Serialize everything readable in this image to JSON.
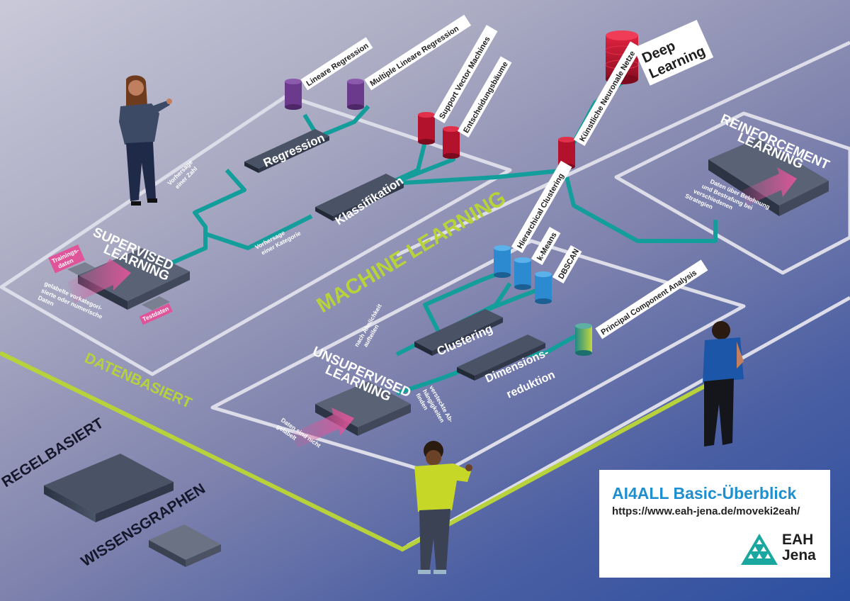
{
  "labels": {
    "machine_learning": "MACHINE LEARNING",
    "datenbasiert": "DATENBASIERT",
    "regelbasiert": "REGELBASIERT",
    "wissensgraphen": "WISSENSGRAPHEN",
    "supervised_1": "SUPERVISED",
    "supervised_2": "LEARNING",
    "unsupervised_1": "UNSUPERVISED",
    "unsupervised_2": "LEARNING",
    "reinforcement_1": "REINFORCEMENT",
    "reinforcement_2": "LEARNING",
    "regression": "Regression",
    "klassifikation": "Klassifikation",
    "clustering": "Clustering",
    "dimred_1": "Dimensions-",
    "dimred_2": "reduktion",
    "deep_learning_1": "Deep",
    "deep_learning_2": "Learning"
  },
  "algorithms": {
    "lineare_regression": "Lineare Regression",
    "multiple_lineare_regression": "Multiple Lineare Regression",
    "svm": "Support Vector Machines",
    "entscheidungsbaeume": "Entscheidungsbäume",
    "knn": "Künstliche Neuronale Netze",
    "hierarchical": "Hierarchical Clustering",
    "kmeans": "k-Means",
    "dbscan": "DBSCAN",
    "pca": "Principal Component Analysis"
  },
  "notes": {
    "vorhersage_zahl_1": "Vorhersage",
    "vorhersage_zahl_2": "einer Zahl",
    "vorhersage_kat_1": "Vorhersage",
    "vorhersage_kat_2": "einer Kategorie",
    "trainingsdaten_1": "Trainings-",
    "trainingsdaten_2": "daten",
    "testdaten": "Testdaten",
    "gelabelt_1": "gelabelte vorkategori-",
    "gelabelt_2": "sierte oder numerische",
    "gelabelt_3": "Daten",
    "aehnlichkeit_1": "nach Ähnlichkeit",
    "aehnlichkeit_2": "aufteilen",
    "versteckt_1": "versteckte Ab-",
    "versteckt_2": "hängigkeiten",
    "versteckt_3": "finden",
    "nicht_gelabelt_1": "Daten sind nicht",
    "nicht_gelabelt_2": "gelabelt",
    "belohnung_1": "Daten über Belohnung",
    "belohnung_2": "und Bestrafung bei",
    "belohnung_3": "verschiedenen",
    "belohnung_4": "Strategien"
  },
  "infobox": {
    "title": "AI4ALL Basic-Überblick",
    "url": "https://www.eah-jena.de/moveki2eah/",
    "logo_line1": "EAH",
    "logo_line2": "Jena"
  },
  "colors": {
    "teal": "#149e9b",
    "green": "#b7d23a",
    "purple": "#6b3a8c",
    "red": "#b3122d",
    "blue": "#2c8ad0",
    "pink": "#e0559a",
    "chip": "#3b4456"
  }
}
